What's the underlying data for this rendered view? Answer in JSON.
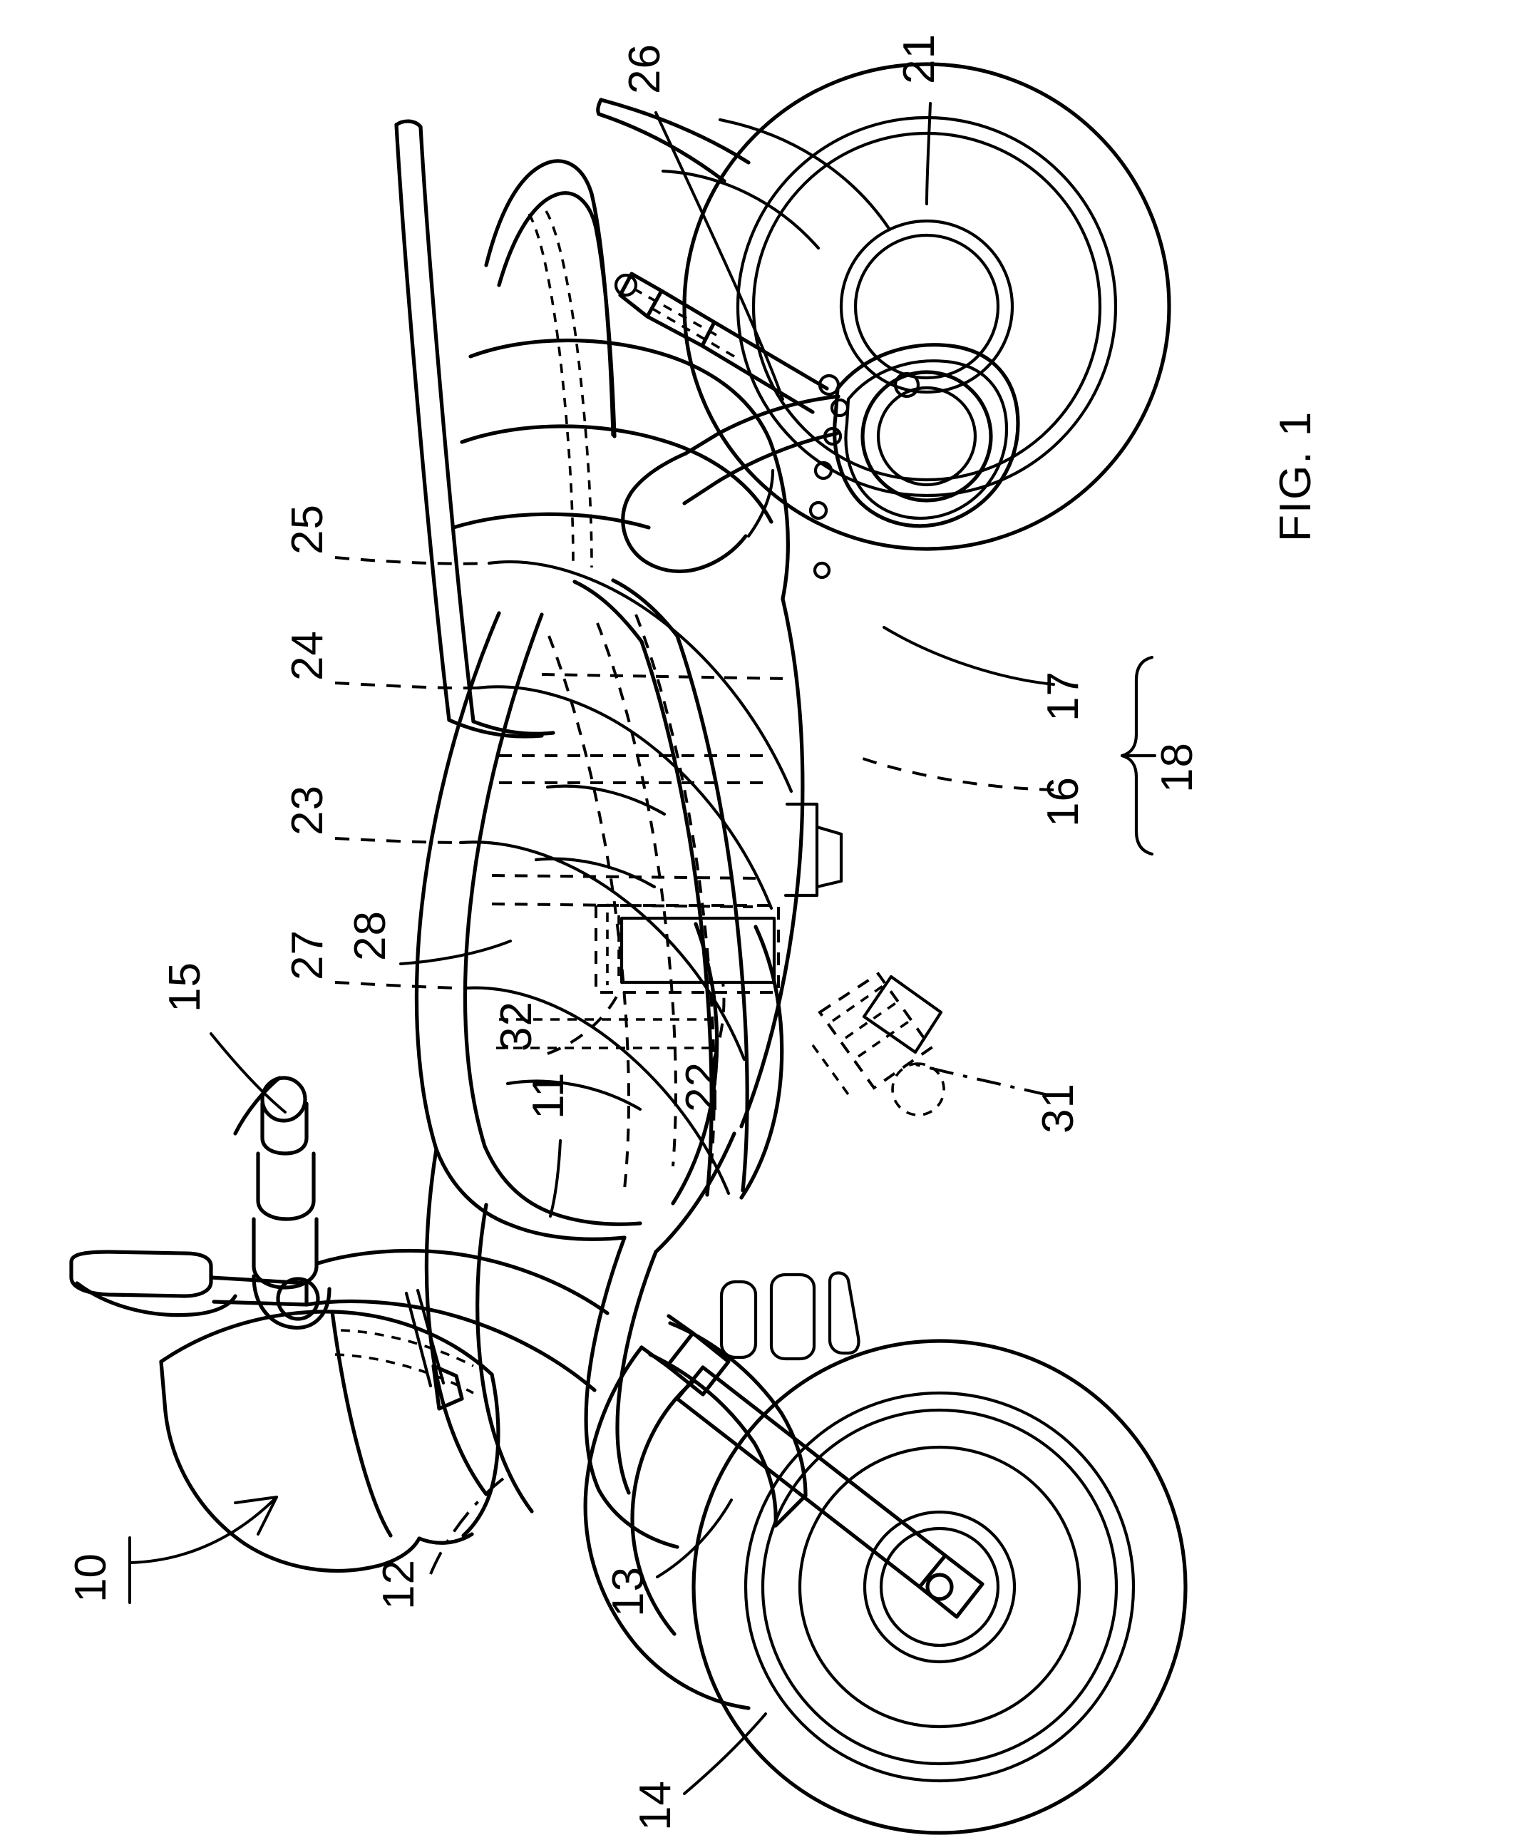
{
  "figure": {
    "caption": "FIG. 1",
    "title_number": "10",
    "orientation": "rotated-90-ccw",
    "line_color": "#000000",
    "background_color": "#ffffff",
    "subject": "motorcycle-scooter-side-view"
  },
  "reference_numerals": [
    {
      "id": "n21",
      "label": "21",
      "leader": "solid",
      "part": "rear-wheel"
    },
    {
      "id": "n26",
      "label": "26",
      "leader": "solid",
      "part": "rear-grab-rail"
    },
    {
      "id": "n25",
      "label": "25",
      "leader": "dashed",
      "part": "seat-frame-rail"
    },
    {
      "id": "n24",
      "label": "24",
      "leader": "dashed",
      "part": "upper-frame-member"
    },
    {
      "id": "n23",
      "label": "23",
      "leader": "dashed",
      "part": "mid-frame-member"
    },
    {
      "id": "n27",
      "label": "27",
      "leader": "dashed",
      "part": "lower-frame-member"
    },
    {
      "id": "n28",
      "label": "28",
      "leader": "solid",
      "part": "body-cover"
    },
    {
      "id": "n32",
      "label": "32",
      "leader": "dashed",
      "part": "storage-box"
    },
    {
      "id": "n22",
      "label": "22",
      "leader": "dashed",
      "part": "down-tube"
    },
    {
      "id": "n15",
      "label": "15",
      "leader": "solid",
      "part": "mirror"
    },
    {
      "id": "n11",
      "label": "11",
      "leader": "solid",
      "part": "handlebar-cover"
    },
    {
      "id": "n12",
      "label": "12",
      "leader": "dash-dot",
      "part": "front-fork"
    },
    {
      "id": "n13",
      "label": "13",
      "leader": "solid",
      "part": "front-fender"
    },
    {
      "id": "n14",
      "label": "14",
      "leader": "solid",
      "part": "front-wheel"
    },
    {
      "id": "n31",
      "label": "31",
      "leader": "dash-dot",
      "part": "battery-unit"
    },
    {
      "id": "n16",
      "label": "16",
      "leader": "dashed",
      "part": "engine"
    },
    {
      "id": "n17",
      "label": "17",
      "leader": "solid",
      "part": "transmission-case"
    },
    {
      "id": "n18",
      "label": "18",
      "leader": "brace",
      "part": "power-unit-assembly"
    }
  ]
}
